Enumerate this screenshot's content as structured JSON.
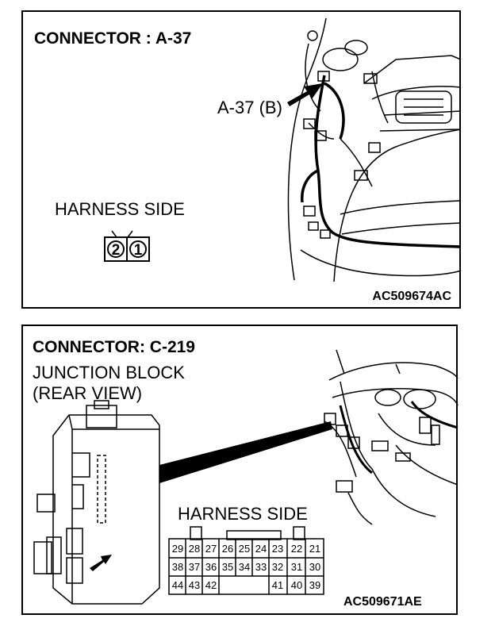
{
  "connector_a": {
    "title": "CONNECTOR : A-37",
    "callout": "A-37 (B)",
    "harness_side": "HARNESS SIDE",
    "pins": [
      "2",
      "1"
    ],
    "figure_code": "AC509674AC"
  },
  "connector_b": {
    "title": "CONNECTOR: C-219",
    "subtitle_line1": "JUNCTION BLOCK",
    "subtitle_line2": "(REAR VIEW)",
    "harness_side": "HARNESS SIDE",
    "pin_rows": [
      [
        "29",
        "28",
        "27",
        "26",
        "25",
        "24",
        "23",
        "22",
        "21"
      ],
      [
        "38",
        "37",
        "36",
        "35",
        "34",
        "33",
        "32",
        "31",
        "30"
      ],
      [
        "44",
        "43",
        "42",
        "",
        "",
        "",
        "41",
        "40",
        "39"
      ]
    ],
    "figure_code": "AC509671AE"
  }
}
